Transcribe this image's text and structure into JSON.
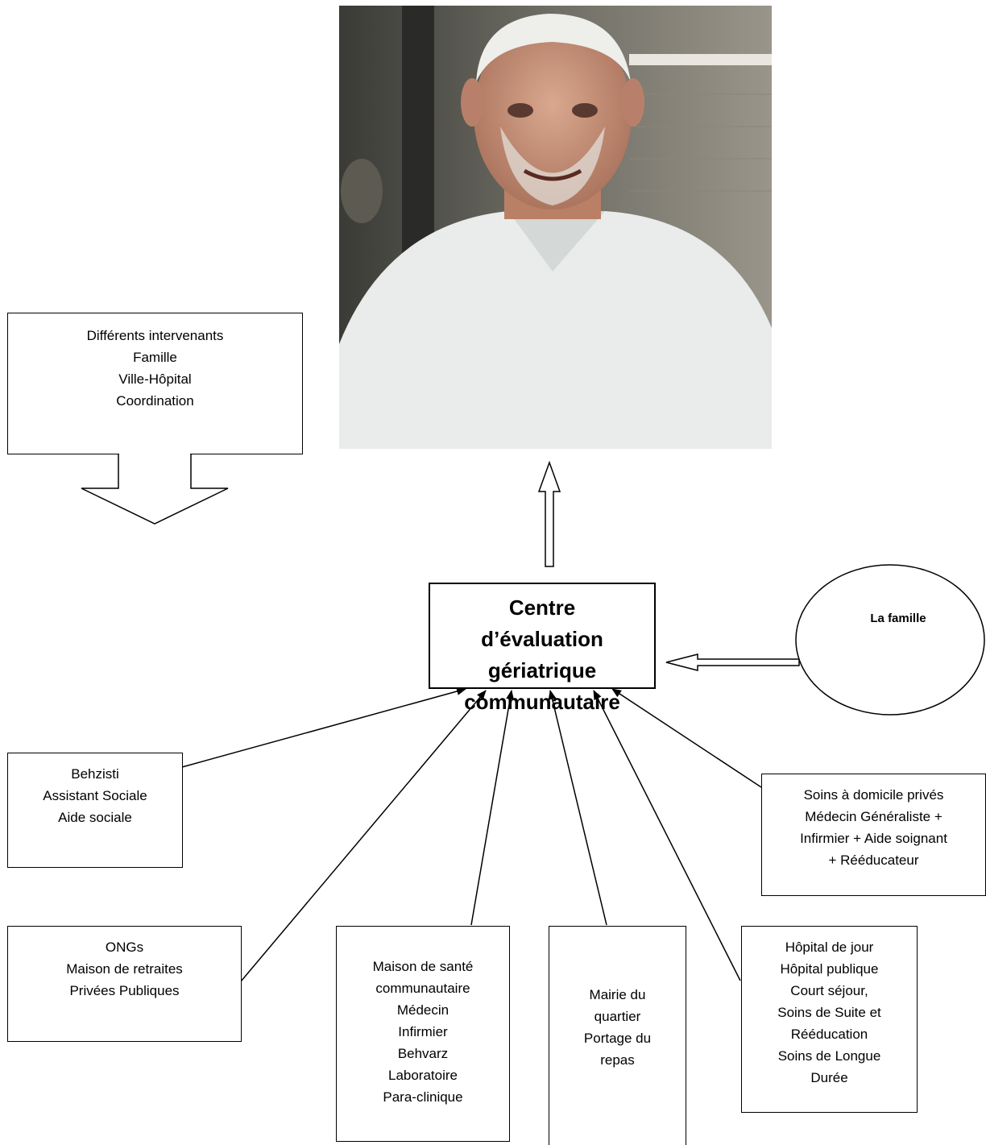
{
  "photo": {
    "alt_icon": "elderly-man-photo"
  },
  "top_left_box": {
    "lines": [
      "Différents intervenants",
      "Famille",
      "Ville-Hôpital",
      "Coordination"
    ]
  },
  "center_box": {
    "lines": [
      "Centre",
      "d’évaluation",
      "gériatrique",
      "communautaire"
    ]
  },
  "family_oval": {
    "label": "La famille"
  },
  "behzisti_box": {
    "lines": [
      "Behzisti",
      "Assistant Sociale",
      "Aide sociale"
    ]
  },
  "soins_domicile_box": {
    "lines": [
      "Soins à domicile privés",
      "Médecin Généraliste +",
      "Infirmier + Aide soignant",
      "+ Rééducateur"
    ]
  },
  "ongs_box": {
    "lines": [
      "ONGs",
      "Maison de retraites",
      "Privées Publiques"
    ]
  },
  "maison_sante_box": {
    "lines": [
      "Maison de santé",
      "communautaire",
      "Médecin",
      "Infirmier",
      "Behvarz",
      "Laboratoire",
      "Para-clinique"
    ]
  },
  "mairie_box": {
    "lines": [
      "Mairie du",
      "quartier",
      "Portage du",
      "repas"
    ]
  },
  "hopital_box": {
    "lines": [
      "Hôpital de jour",
      "Hôpital publique",
      "Court séjour,",
      "Soins de Suite et",
      "Rééducation",
      "Soins de Longue",
      "Durée"
    ]
  },
  "colors": {
    "stroke": "#000000",
    "background": "#ffffff"
  }
}
